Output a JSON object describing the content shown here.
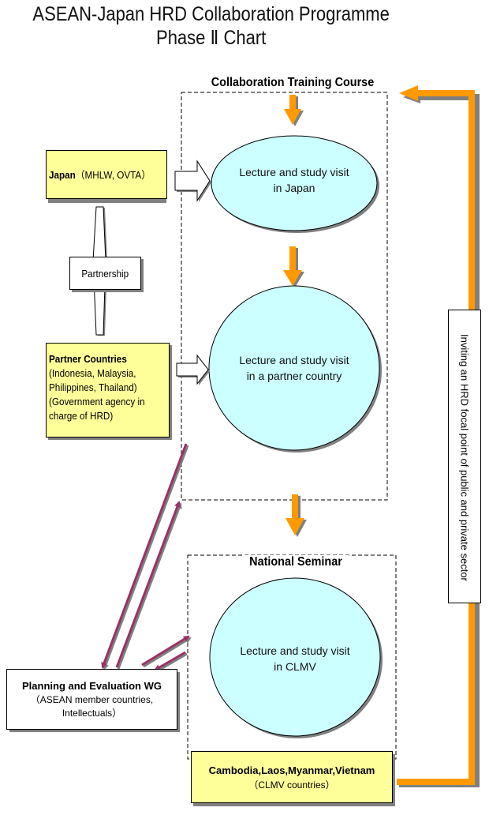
{
  "title": {
    "line1": "ASEAN-Japan HRD Collaboration Programme",
    "line2": "Phase Ⅱ  Chart"
  },
  "sections": {
    "training_course": "Collaboration Training Course",
    "national_seminar": "National Seminar"
  },
  "nodes": {
    "japan": {
      "bold": "Japan",
      "rest": "（MHLW, OVTA）"
    },
    "partnership": "Partnership",
    "partner_countries": {
      "bold": "Partner Countries",
      "lines": [
        "(Indonesia, Malaysia,",
        "Philippines, Thailand)",
        "(Government agency in",
        "charge of HRD)"
      ]
    },
    "ellipse_japan": [
      "Lecture and study visit",
      "in Japan"
    ],
    "circle_partner": [
      "Lecture and study visit",
      "in a partner country"
    ],
    "circle_clmv": [
      "Lecture and study visit",
      "in CLMV"
    ],
    "planning_wg": {
      "bold": "Planning and Evaluation WG",
      "lines": [
        "（ASEAN member countries,",
        "Intellectuals）"
      ]
    },
    "clmv": {
      "bold": "Cambodia,Laos,Myanmar,Vietnam",
      "rest": "（CLMV countries）"
    },
    "inviting": "Inviting an HRD  focal point of public and private sector"
  },
  "colors": {
    "yellow_box": "#FFFF99",
    "cyan_ellipse": "#CCFFFF",
    "orange_arrow": "#FF9900",
    "maroon_arrow": "#993366",
    "shadow": "#808080"
  }
}
